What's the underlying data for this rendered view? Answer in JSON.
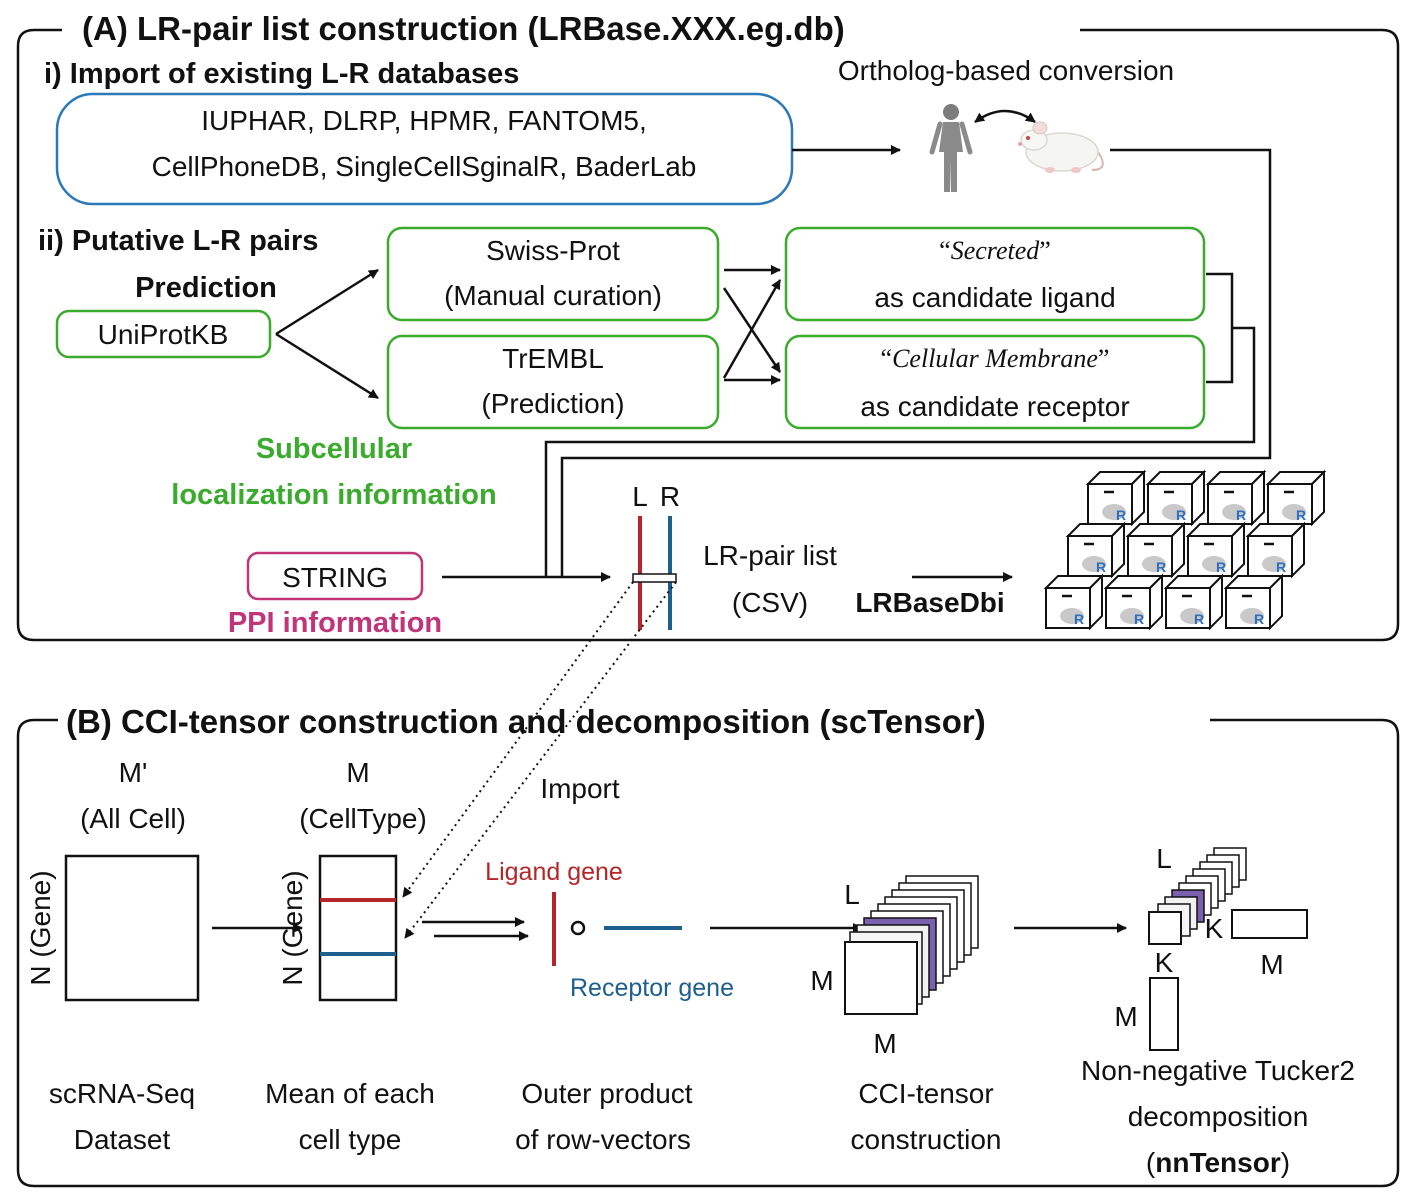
{
  "colors": {
    "green": "#3bab2e",
    "blue_box": "#2b79b8",
    "magenta": "#c0357a",
    "ligand_red": "#b5262a",
    "receptor_blue": "#1d5f8d",
    "purple": "#7a61b0",
    "r_logo_blue": "#2f6fc0"
  },
  "section_a": {
    "title": "(A) LR-pair list construction  (LRBase.XXX.eg.db)",
    "import_heading": "i) Import of existing L-R databases",
    "databases_line1": "IUPHAR, DLRP, HPMR, FANTOM5,",
    "databases_line2": "CellPhoneDB, SingleCellSginalR, BaderLab",
    "ortholog_label": "Ortholog-based conversion",
    "ortholog_icons": [
      "human-icon",
      "mouse-icon"
    ],
    "putative_heading": "ii) Putative L-R pairs",
    "prediction_label": "Prediction",
    "uniprot_label": "UniProtKB",
    "swissprot_line1": "Swiss-Prot",
    "swissprot_line2": "(Manual curation)",
    "trembl_line1": "TrEMBL",
    "trembl_line2": "(Prediction)",
    "secreted_term": "Secreted",
    "secreted_line2": "as candidate ligand",
    "membrane_term": "Cellular Membrane",
    "membrane_line2": "as candidate receptor",
    "subcellular_line1": "Subcellular",
    "subcellular_line2": "localization information",
    "string_label": "STRING",
    "ppi_label": "PPI information",
    "l_label": "L",
    "r_label": "R",
    "lr_list_line1": "LR-pair list",
    "lr_list_line2": "(CSV)",
    "lrbasedbi_label": "LRBaseDbi",
    "package_icon": "r-package-box-icon",
    "r_letter": "R"
  },
  "section_b": {
    "title": "(B) CCI-tensor construction and decomposition (scTensor)",
    "m_prime": "M'",
    "all_cell": "(All Cell)",
    "m_label": "M",
    "celltype": "(CellType)",
    "n_gene": "N (Gene)",
    "import_label": "Import",
    "ligand_gene": "Ligand gene",
    "receptor_gene": "Receptor gene",
    "l_label": "L",
    "k_label": "K",
    "step1_line1": "scRNA-Seq",
    "step1_line2": "Dataset",
    "step2_line1": "Mean of each",
    "step2_line2": "cell type",
    "step3_line1": "Outer product",
    "step3_line2": "of row-vectors",
    "step4_line1": "CCI-tensor",
    "step4_line2": "construction",
    "step5_line1": "Non-negative Tucker2",
    "step5_line2": "decomposition",
    "step5_open": "(",
    "step5_bold": "nnTensor",
    "step5_close": ")"
  }
}
